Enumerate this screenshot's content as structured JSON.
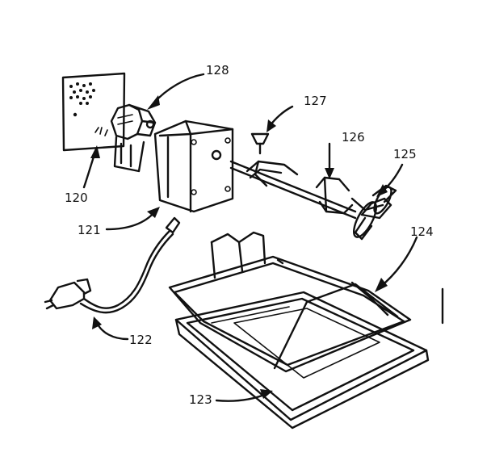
{
  "diagram": {
    "colors": {
      "ink": "#111111",
      "background": "#ffffff"
    },
    "parts": [
      {
        "id": "p120",
        "number": "120"
      },
      {
        "id": "p121",
        "number": "121"
      },
      {
        "id": "p122",
        "number": "122"
      },
      {
        "id": "p123",
        "number": "123"
      },
      {
        "id": "p124",
        "number": "124"
      },
      {
        "id": "p125",
        "number": "125"
      },
      {
        "id": "p126",
        "number": "126"
      },
      {
        "id": "p127",
        "number": "127"
      },
      {
        "id": "p128",
        "number": "128"
      }
    ]
  }
}
